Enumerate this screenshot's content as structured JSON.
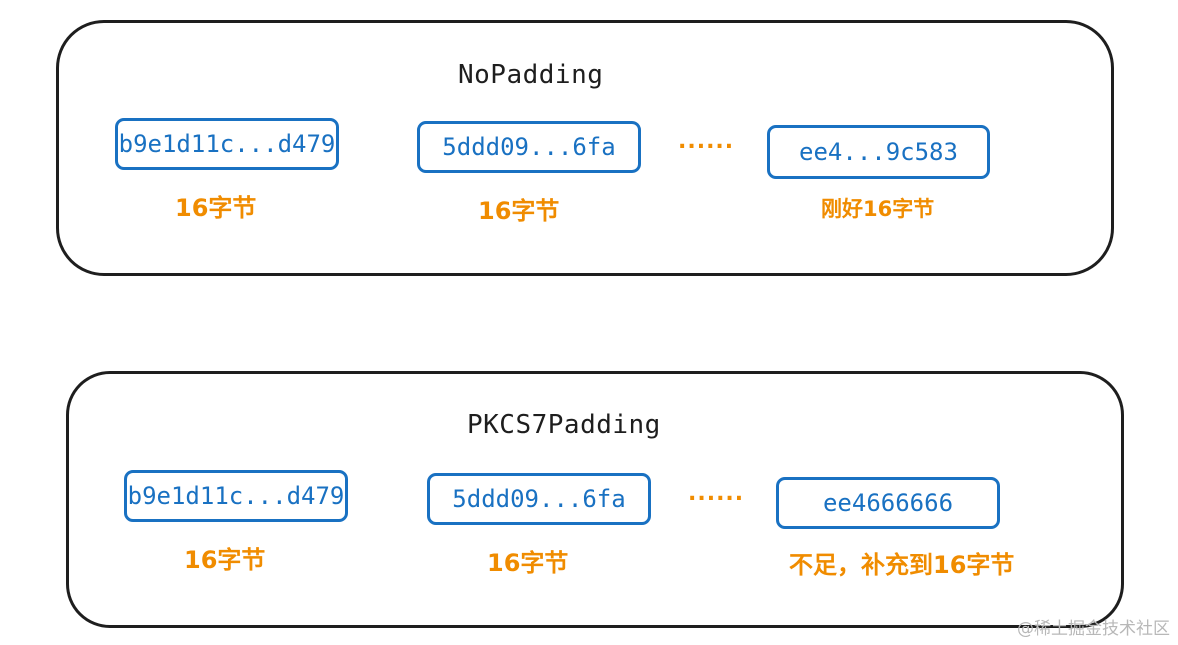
{
  "nopadding": {
    "title": "NoPadding",
    "blocks": [
      {
        "text": "b9e1d11c...d479",
        "size_label": "16字节"
      },
      {
        "text": "5ddd09...6fa",
        "size_label": "16字节"
      },
      {
        "text": "ee4...9c583",
        "size_label": "刚好16字节"
      }
    ],
    "ellipsis": "......"
  },
  "pkcs7padding": {
    "title": "PKCS7Padding",
    "blocks": [
      {
        "text": "b9e1d11c...d479",
        "size_label": "16字节"
      },
      {
        "text": "5ddd09...6fa",
        "size_label": "16字节"
      },
      {
        "text": "ee4666666",
        "size_label": "不足，补充到16字节"
      }
    ],
    "ellipsis": "......"
  },
  "watermark": "@稀土掘金技术社区",
  "colors": {
    "block_border": "#1971c2",
    "label": "#f08c00",
    "panel_border": "#1e1e1e"
  }
}
